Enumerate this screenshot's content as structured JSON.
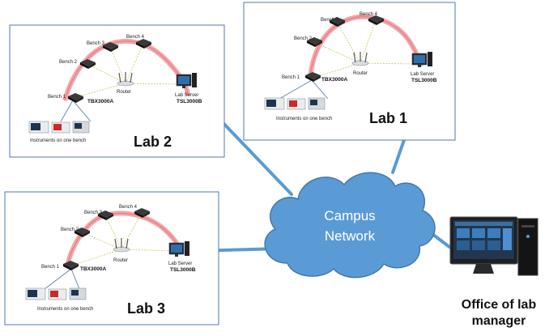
{
  "network": {
    "line1": "Campus",
    "line2": "Network"
  },
  "office": {
    "line1": "Office of lab",
    "line2": "manager"
  },
  "labs": [
    {
      "title": "Lab 2",
      "benches": [
        "Bench 1",
        "Bench 2",
        "Bench 3",
        "Bench 4"
      ],
      "router": "Router",
      "switch_model": "TBX3000A",
      "server_label": "Lab Server",
      "server_model": "TSL3000B",
      "instruments": "Instruments on one bench"
    },
    {
      "title": "Lab 1",
      "benches": [
        "Bench 1",
        "Bench 2",
        "Bench 3",
        "Bench 4"
      ],
      "router": "Router",
      "switch_model": "TBX3000A",
      "server_label": "Lab Server",
      "server_model": "TSL3000B",
      "instruments": "Instruments on one bench"
    },
    {
      "title": "Lab 3",
      "benches": [
        "Bench 1",
        "Bench 2",
        "Bench 3",
        "Bench 4"
      ],
      "router": "Router",
      "switch_model": "TBX3000A",
      "server_label": "Lab Server",
      "server_model": "TSL3000B",
      "instruments": "Instruments on one bench"
    }
  ]
}
